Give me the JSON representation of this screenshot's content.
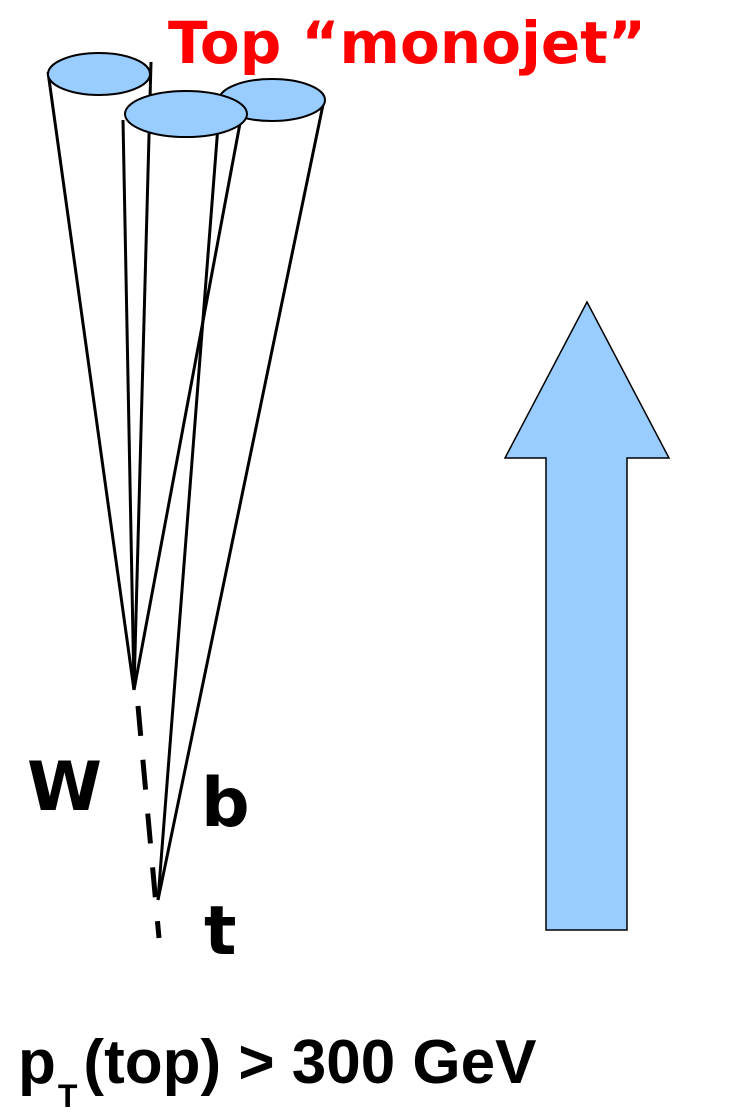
{
  "title": {
    "text": "Top “monojet”",
    "color": "#ff0000"
  },
  "labels": {
    "w": "W",
    "b": "b",
    "t": "t"
  },
  "caption": {
    "p": "p",
    "sub": "T",
    "rest": "(top) > 300 GeV"
  },
  "colors": {
    "jet_fill": "#99ccff",
    "arrow_fill": "#99ccff",
    "line": "#000000",
    "text": "#000000"
  }
}
